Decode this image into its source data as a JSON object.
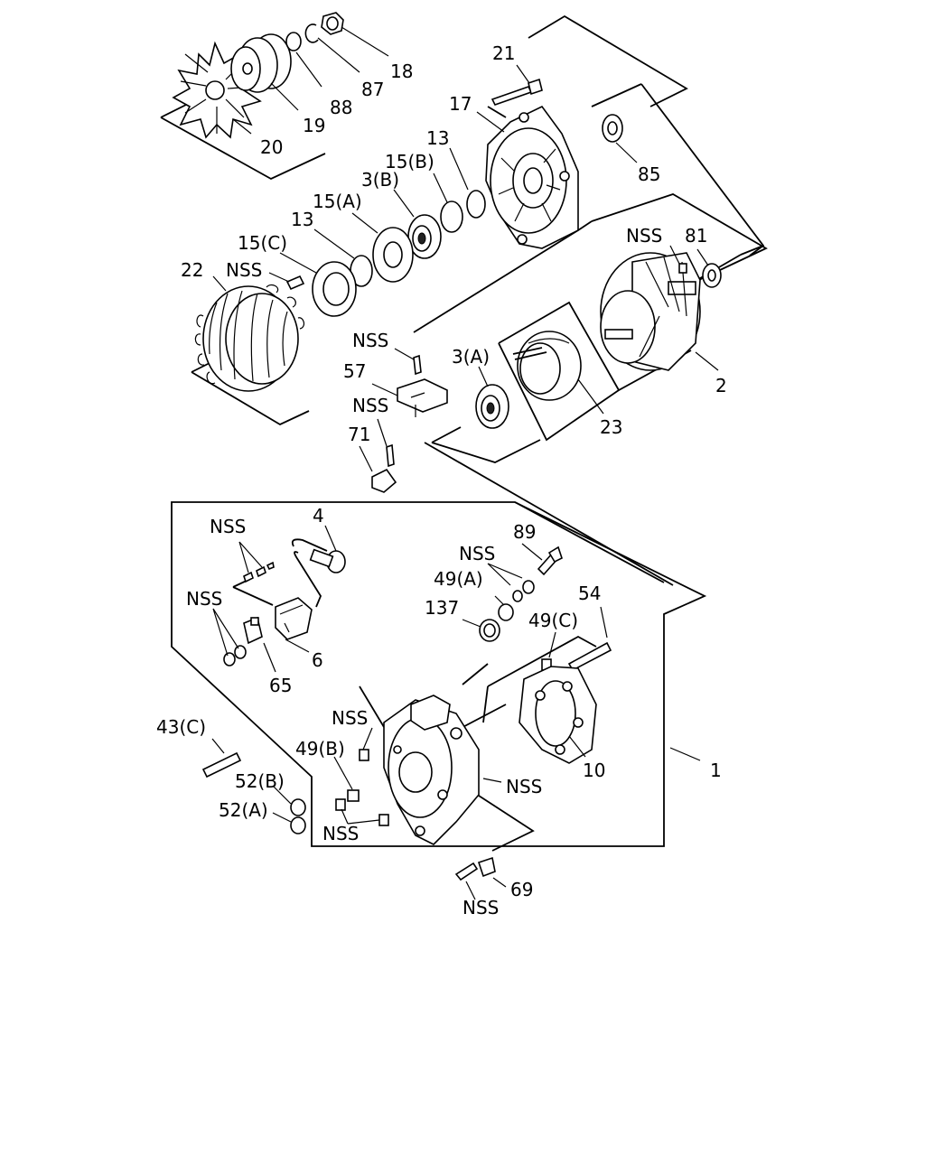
{
  "diagram": {
    "labels": {
      "p18": "18",
      "p87": "87",
      "p88": "88",
      "p19": "19",
      "p20": "20",
      "p21": "21",
      "p17": "17",
      "p85": "85",
      "p13a": "13",
      "p15b": "15(B)",
      "p3b": "3(B)",
      "p15a": "15(A)",
      "p13b": "13",
      "p15c": "15(C)",
      "p22": "22",
      "nss1": "NSS",
      "nss2": "NSS",
      "p81": "81",
      "p2": "2",
      "nss3": "NSS",
      "p57": "57",
      "p3a": "3(A)",
      "p23": "23",
      "nss4": "NSS",
      "p71": "71",
      "p4": "4",
      "nss5": "NSS",
      "p89": "89",
      "nss6": "NSS",
      "p49a": "49(A)",
      "p54": "54",
      "p137": "137",
      "p49c": "49(C)",
      "nss7": "NSS",
      "p6": "6",
      "p65": "65",
      "nss8": "NSS",
      "p43c": "43(C)",
      "p49b": "49(B)",
      "p52b": "52(B)",
      "p52a": "52(A)",
      "nss9": "NSS",
      "nss10": "NSS",
      "p10": "10",
      "p1": "1",
      "p69": "69",
      "nss11": "NSS"
    }
  }
}
